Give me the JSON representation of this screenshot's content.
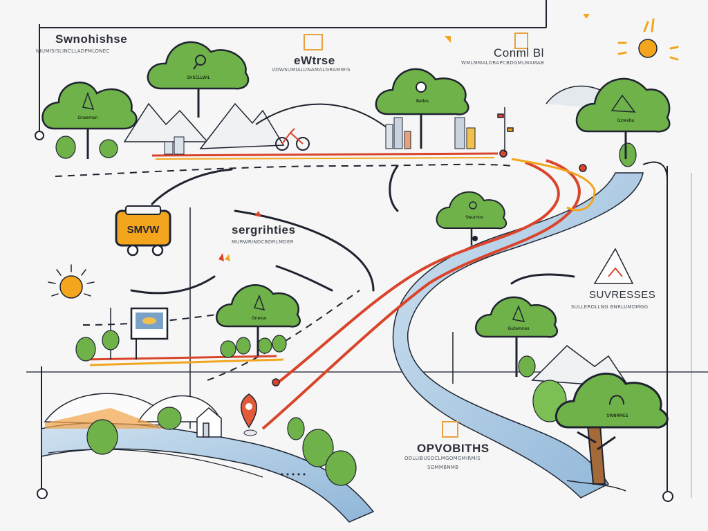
{
  "labels": {
    "top_left_title": "Swnohishse",
    "top_left_sub": "NIUMISISLINCLLADPMLONEC",
    "top_mid_title": "eWtrse",
    "top_mid_sub": "VDWSUMIALUNAMALGRAMWIS",
    "top_right_title": "Conml Bl",
    "top_right_sub": "WMLMMALDRAPCBDGMLMAMAB",
    "mid_title": "sergrihties",
    "mid_sub": "MURWRINDCBDRLMDER",
    "right_title": "SUVRESSES",
    "right_sub": "SULLEROLLNG BNRLUMDMGG",
    "bottom_title": "OPVOBITHS",
    "bottom_sub1": "ODLLIBUSOCLMGOMGMIRMIS",
    "bottom_sub2": "SOMMBNMB",
    "truck_sign": "SMVW"
  },
  "tree_labels": {
    "t1": "Gnoemon",
    "t2": "SHSCLLWIL",
    "t3": "Bellos",
    "t4": "Gzrexbu",
    "t5": "Swurnos",
    "t6": "Gneiun",
    "t7": "Gutemnos",
    "t8": "SWNRMES"
  },
  "colors": {
    "tree": "#6fb24a",
    "outline": "#1f2330",
    "river": "#a9c9e3",
    "road": "#d9442b",
    "sun": "#f2a51d"
  }
}
